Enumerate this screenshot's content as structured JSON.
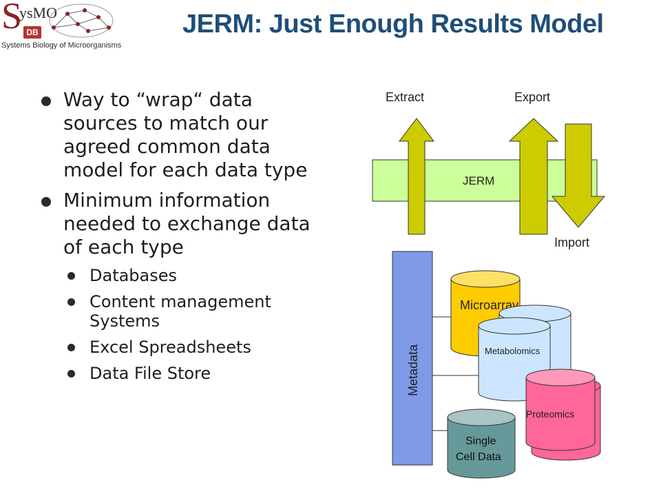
{
  "logo": {
    "main": "S",
    "sup": "ysMO",
    "db": "DB",
    "subtitle": "Systems Biology of Microorganisms"
  },
  "title": "JERM: Just Enough Results Model",
  "bullets": [
    {
      "text": "Way to “wrap“ data sources to match our agreed common data model for each data type",
      "level": 1
    },
    {
      "text": "Minimum information needed to exchange data of each type",
      "level": 1
    },
    {
      "text": "Databases",
      "level": 2
    },
    {
      "text": "Content management Systems",
      "level": 2
    },
    {
      "text": "Excel Spreadsheets",
      "level": 2
    },
    {
      "text": "Data File Store",
      "level": 2
    }
  ],
  "diagram": {
    "extract_label": "Extract",
    "export_label": "Export",
    "import_label": "Import",
    "jerm_label": "JERM",
    "metadata_label": "Metadata",
    "microarray_label": "Microarray",
    "metabolomics_label": "Metabolomics",
    "proteomics_label": "Proteomics",
    "single_cell_label_1": "Single",
    "single_cell_label_2": "Cell Data",
    "colors": {
      "jerm_bar": "#ccff99",
      "arrow": "#cccc00",
      "metadata": "#7f9ae6",
      "microarray": "#ffcc00",
      "metabolomics": "#cce6ff",
      "proteomics": "#ff6699",
      "single_cell": "#669999"
    }
  }
}
